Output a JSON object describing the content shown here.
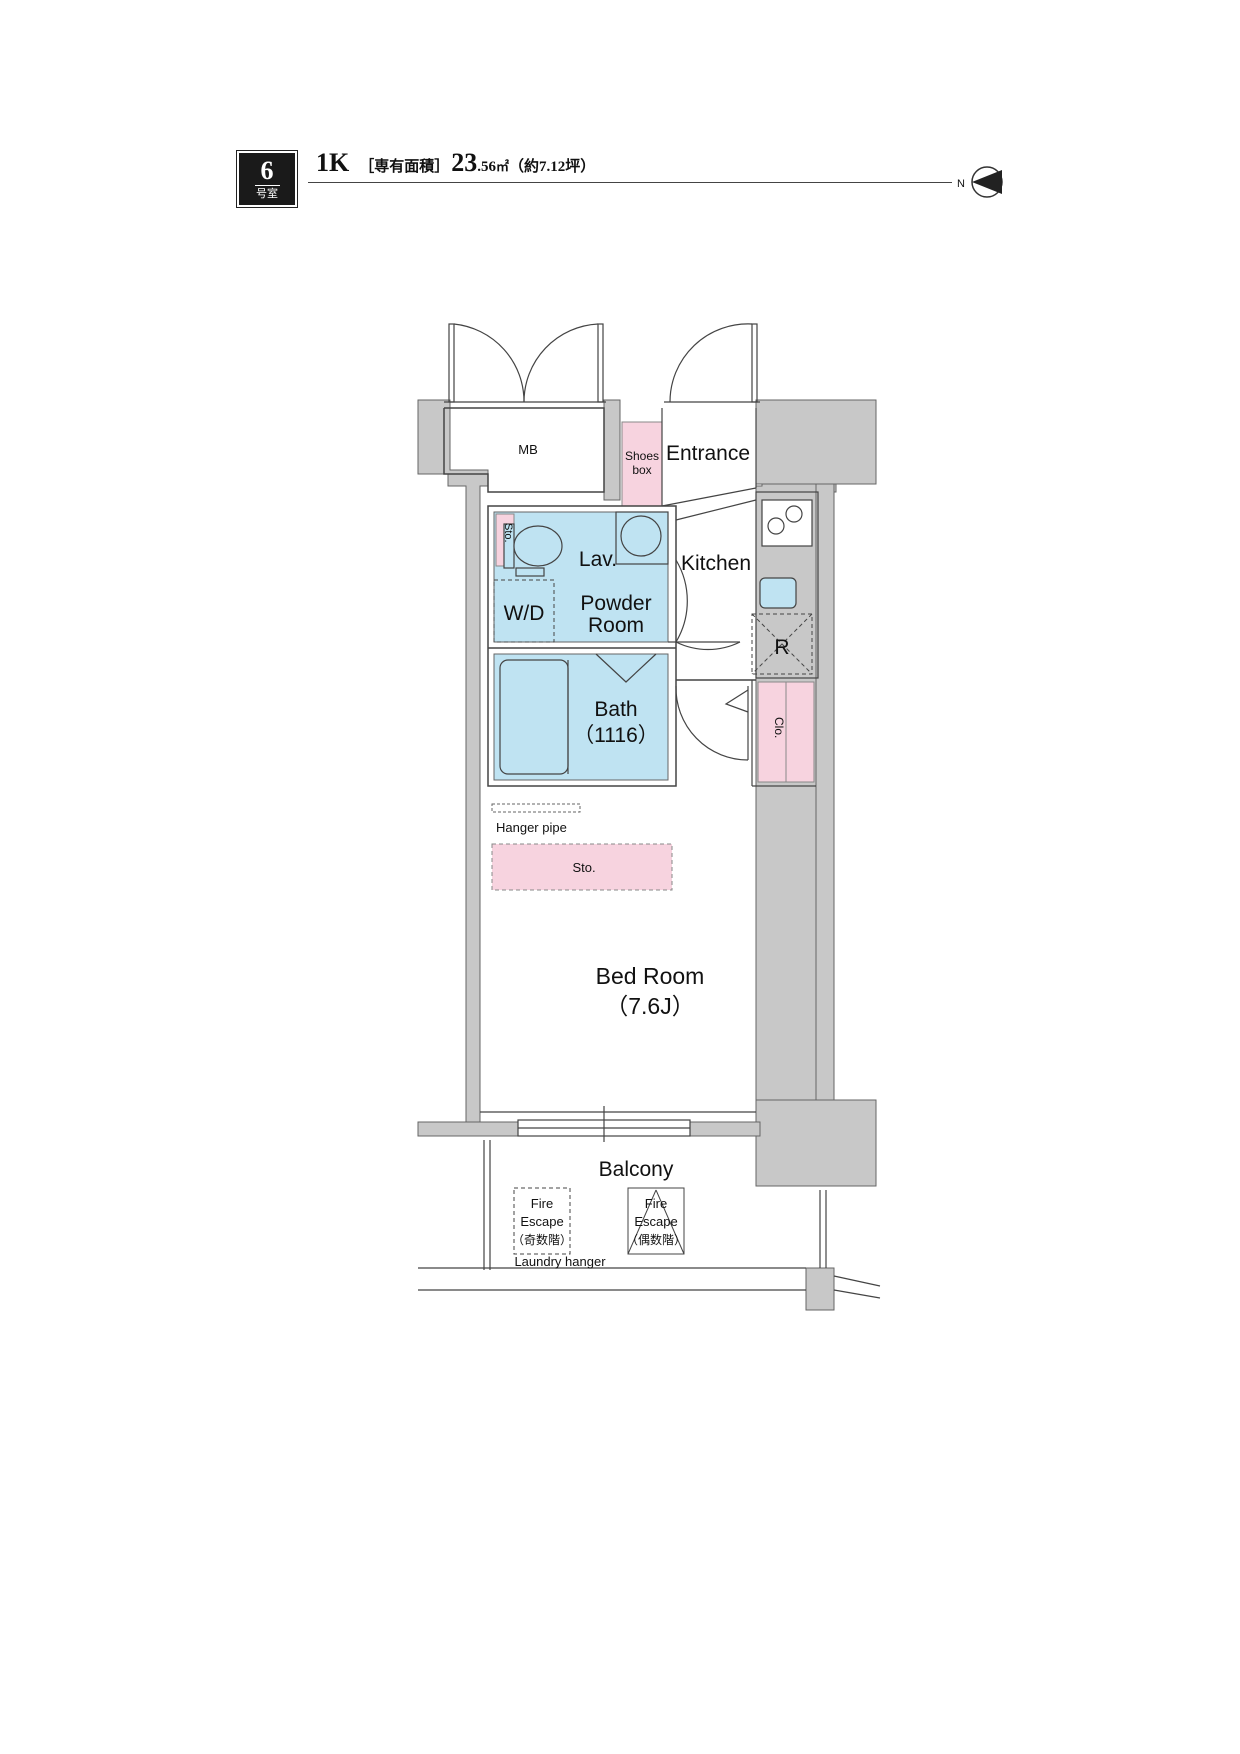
{
  "unit": {
    "number": "6",
    "number_suffix": "号室",
    "layout_type": "1K",
    "area_label": "［専有面積］",
    "area_int": "23",
    "area_dec": ".56",
    "area_unit": "㎡",
    "area_tsubo": "（約7.12坪）"
  },
  "compass": {
    "north": "N"
  },
  "rooms": {
    "mb": "MB",
    "shoes_1": "Shoes",
    "shoes_2": "box",
    "entrance": "Entrance",
    "sto_small": "Sto.",
    "lav": "Lav.",
    "kitchen": "Kitchen",
    "wd": "W/D",
    "powder_1": "Powder",
    "powder_2": "Room",
    "refrigerator": "R",
    "bath_1": "Bath",
    "bath_2": "（1116）",
    "clo": "Clo.",
    "hanger_pipe": "Hanger pipe",
    "sto": "Sto.",
    "bedroom_1": "Bed Room",
    "bedroom_2": "（7.6J）",
    "balcony": "Balcony",
    "fire1_1": "Fire",
    "fire1_2": "Escape",
    "fire1_3": "（奇数階）",
    "fire2_1": "Fire",
    "fire2_2": "Escape",
    "fire2_3": "（偶数階）",
    "laundry": "Laundry hanger"
  },
  "colors": {
    "wall": "#c8c8c8",
    "wet_area": "#bfe3f2",
    "storage": "#f7d3df",
    "line": "#444444"
  }
}
